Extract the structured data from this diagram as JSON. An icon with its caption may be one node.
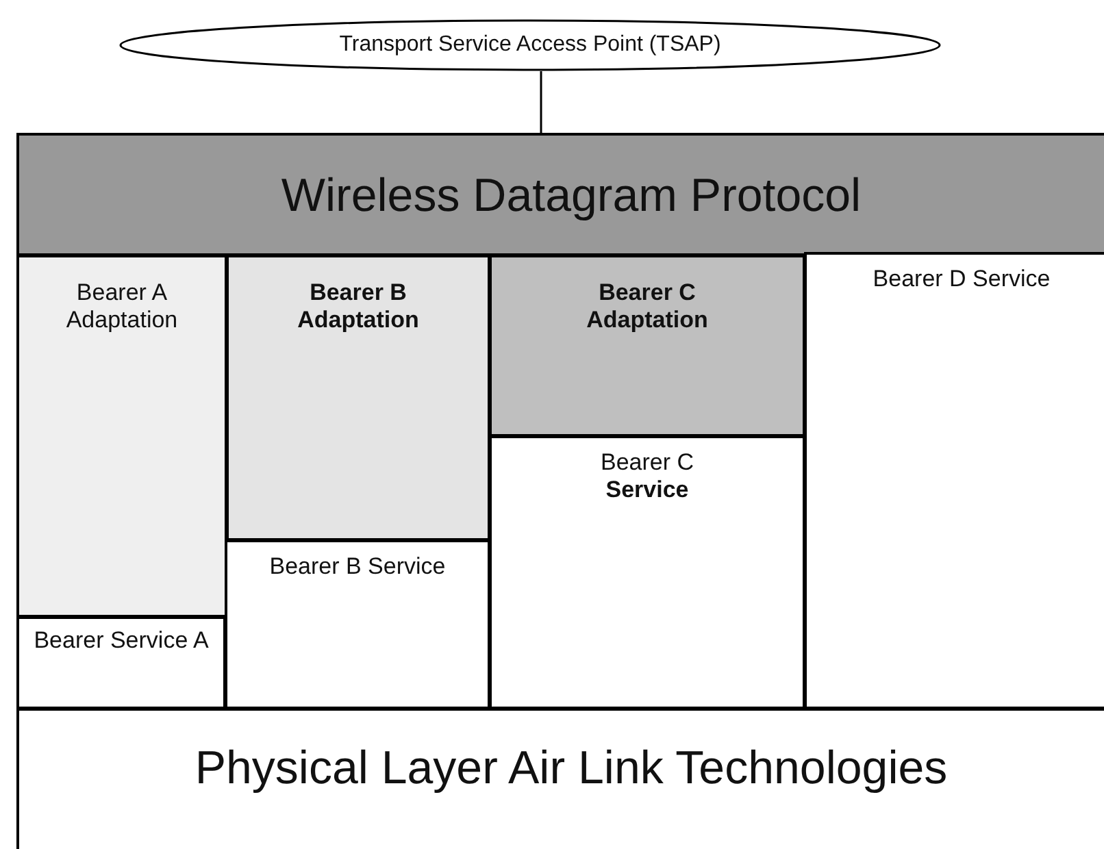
{
  "diagram": {
    "nodes": [
      {
        "text": [
          "Transport Service Access Point (TSAP)"
        ]
      },
      {
        "text": [
          "Wireless Datagram Protocol"
        ]
      },
      {
        "text": [
          "Bearer A Adaptation"
        ]
      },
      {
        "text": [
          "Bearer B Adaptation"
        ]
      },
      {
        "text": [
          "Bearer C Adaptation"
        ]
      },
      {
        "text": [
          "Bearer D Service"
        ]
      },
      {
        "text": [
          "Bearer C **Service**"
        ]
      },
      {
        "text": [
          "Bearer B Service"
        ]
      },
      {
        "text": [
          "Bearer Service A"
        ]
      },
      {
        "text": [
          "Physical Layer Air Link Technologies"
        ]
      }
    ],
    "edges": [
      {
        "from": 0,
        "to": 1,
        "arrow": "none"
      }
    ]
  }
}
